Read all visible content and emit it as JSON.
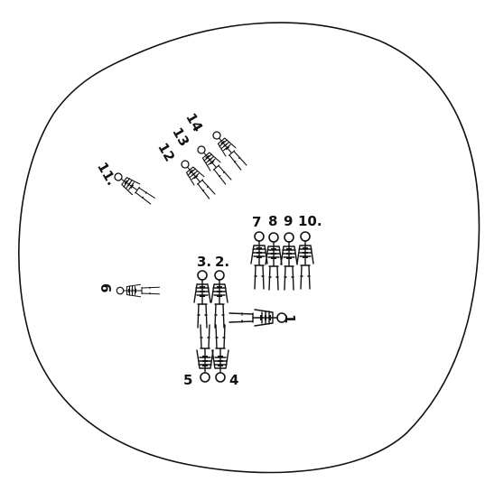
{
  "diagram": {
    "labels": {
      "n1": "1",
      "n2": "2.",
      "n3": "3.",
      "n4": "4",
      "n5": "5",
      "n6": "6",
      "n7": "7",
      "n8": "8",
      "n9": "9",
      "n10": "10.",
      "n11": "11.",
      "n12": "12",
      "n13": "13",
      "n14": "14"
    }
  }
}
